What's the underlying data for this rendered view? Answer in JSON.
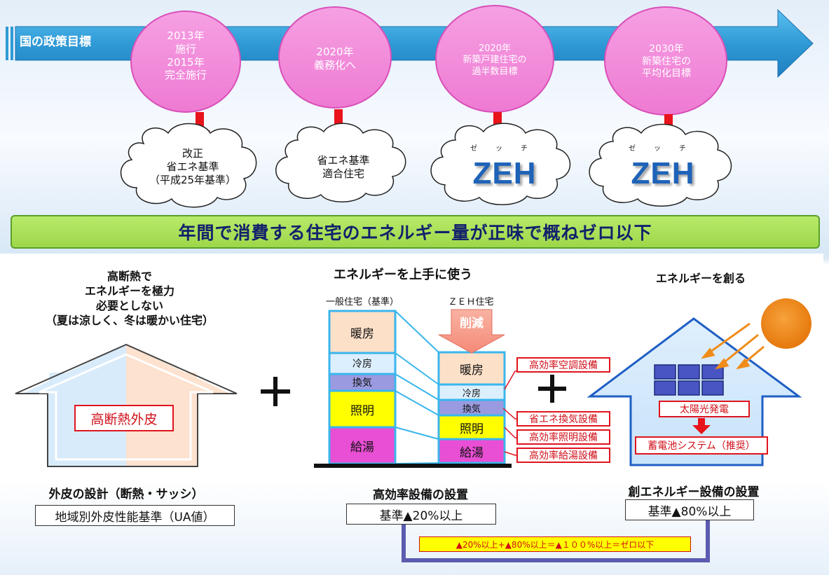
{
  "timeline": {
    "label": "国の政策目標",
    "milestones": [
      {
        "circle": [
          "2013年",
          "施行",
          "2015年",
          "完全施行"
        ],
        "cloud": [
          "改正",
          "省エネ基準",
          "（平成25年基準）"
        ]
      },
      {
        "circle": [
          "2020年",
          "義務化へ"
        ],
        "cloud": [
          "省エネ基準",
          "適合住宅"
        ]
      },
      {
        "circle": [
          "2020年",
          "新築戸建住宅の",
          "過半数目標"
        ],
        "cloud_ruby": "ゼッチ",
        "cloud_word": "ZEH"
      },
      {
        "circle": [
          "2030年",
          "新築住宅の",
          "平均化目標"
        ],
        "cloud_ruby": "ゼッチ",
        "cloud_word": "ZEH"
      }
    ]
  },
  "banner": "年間で消費する住宅のエネルギー量が正味で概ねゼロ以下",
  "insulation": {
    "heading": [
      "高断熱で",
      "エネルギーを極力",
      "必要としない",
      "（夏は涼しく、冬は暖かい住宅）"
    ],
    "house_label": "高断熱外皮",
    "footer_title": "外皮の設計（断熱・サッシ）",
    "footer_box": "地域別外皮性能基準（UA値）"
  },
  "efficiency": {
    "heading": "エネルギーを上手に使う",
    "col_general": "一般住宅（基準）",
    "col_zeh": "ＺＥＨ住宅",
    "reduce_label": "削減",
    "general_bars": [
      "暖房",
      "冷房",
      "換気",
      "照明",
      "給湯"
    ],
    "zeh_bars": [
      "暖房",
      "冷房",
      "換気",
      "照明",
      "給湯"
    ],
    "equipment": [
      "高効率空調設備",
      "省エネ換気設備",
      "高効率照明設備",
      "高効率給湯設備"
    ],
    "footer_title": "高効率設備の設置",
    "footer_box": "基準▲20%以上"
  },
  "creation": {
    "heading": "エネルギーを創る",
    "solar_label": "太陽光発電",
    "battery_label": "蓄電池システム（推奨）",
    "footer_title": "創エネルギー設備の設置",
    "footer_box": "基準▲80%以上"
  },
  "plus_sign": "＋",
  "formula": "▲20%以上+▲80%以上＝▲１００%以上＝ゼロ以下",
  "colors": {
    "arrow_blue": "#2f9ad6",
    "circle_pink": "#f187d9",
    "arrow_red": "#e8131b",
    "banner_green": "#a6de52",
    "banner_text": "#13216b",
    "heating": "#fde0c8",
    "cooling": "#dcefff",
    "ventilation": "#9a9ae0",
    "lighting": "#ffff00",
    "hot_water": "#e84fd4",
    "zeh_blue": "#1e63b8",
    "solar_panel": "#4a55c4",
    "sun": "#f08c1a"
  }
}
